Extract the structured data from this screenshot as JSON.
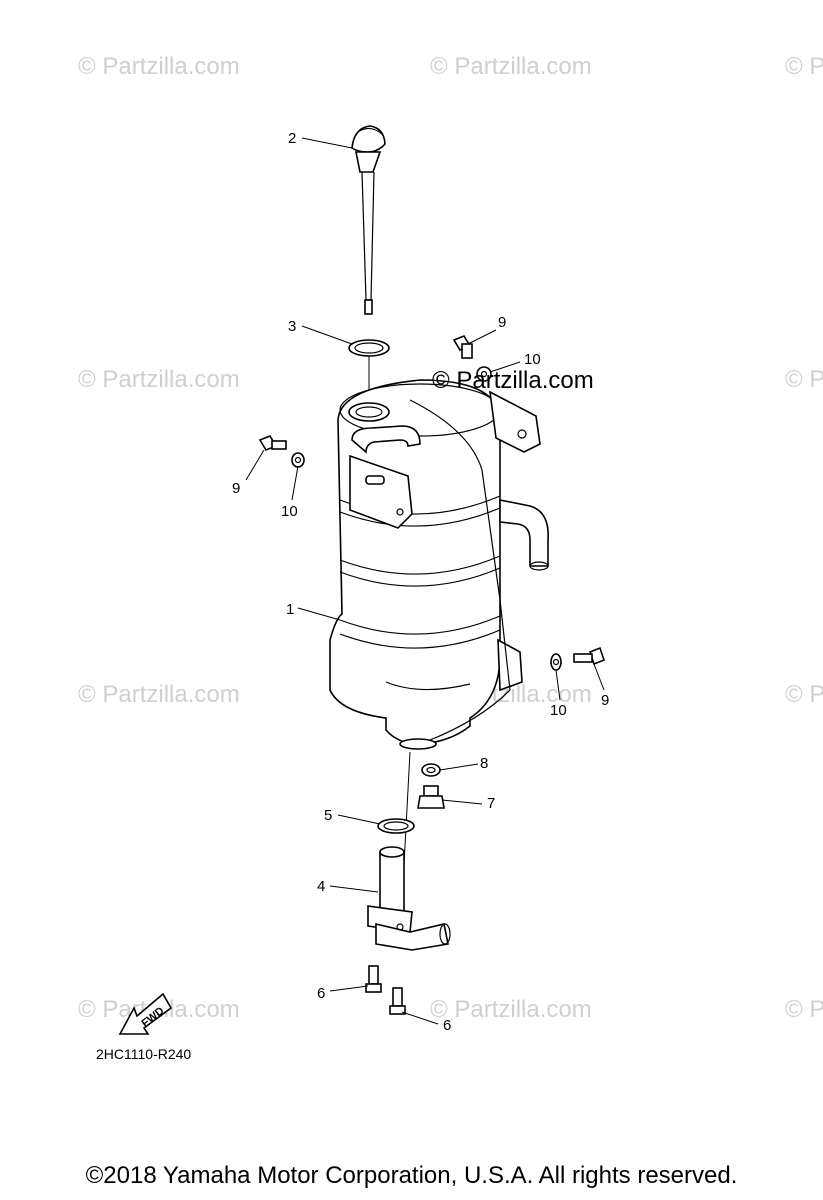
{
  "watermarks": {
    "text": "© Partzilla.com",
    "prominent": "© Partzilla.com"
  },
  "callouts": [
    "1",
    "2",
    "3",
    "4",
    "5",
    "6",
    "6",
    "7",
    "8",
    "9",
    "9",
    "9",
    "10",
    "10",
    "10"
  ],
  "fwd_label": "FWD",
  "diagram_code": "2HC1110-R240",
  "copyright": "©2018 Yamaha Motor Corporation, U.S.A. All rights reserved."
}
